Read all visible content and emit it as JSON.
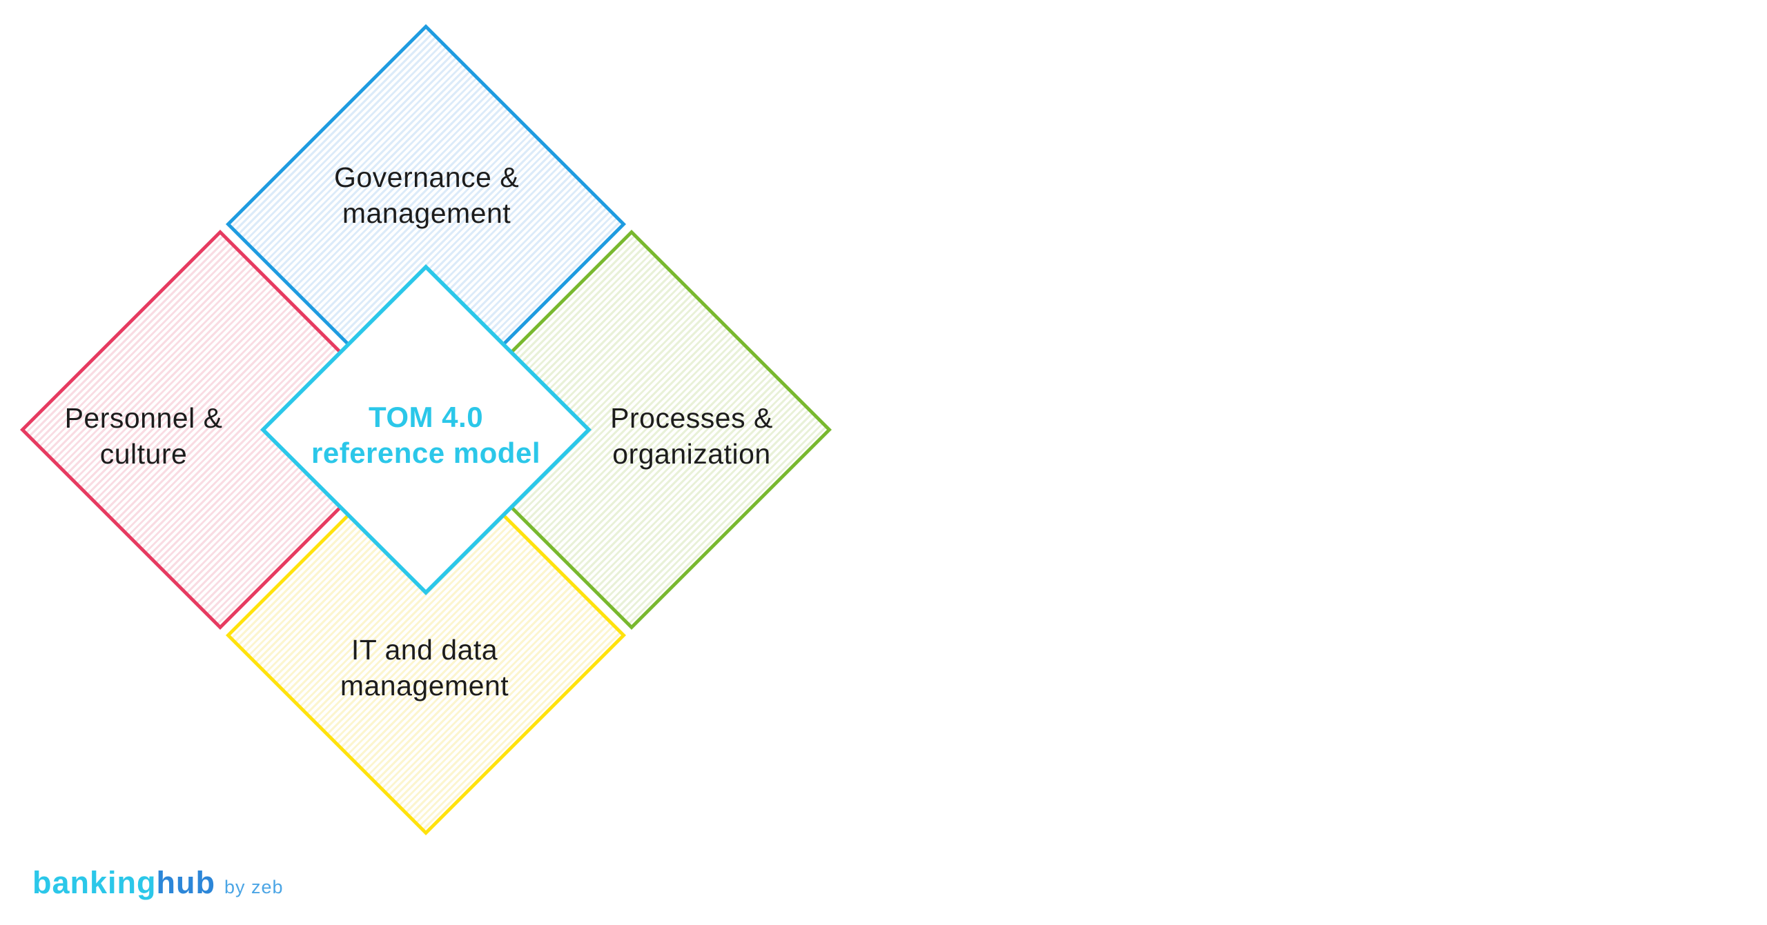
{
  "colors": {
    "blue-border": "#1E9BE0",
    "blue-tint": "#DCEBF9",
    "pink-border": "#E63A60",
    "pink-tint": "#F9DCE3",
    "green-border": "#78B82E",
    "green-tint": "#E9F1D8",
    "yellow-border": "#FFE20C",
    "yellow-tint": "#FCF5CF",
    "cyan": "#2BC7E9",
    "text": "#1C1C1C",
    "logo-hub": "#2C86D8",
    "logo-byzeb": "#4BA5E5"
  },
  "diagram": {
    "center": {
      "line1": "TOM 4.0",
      "line2": "reference model"
    },
    "top": {
      "line1": "Governance &",
      "line2": "management"
    },
    "left": {
      "line1": "Personnel &",
      "line2": "culture"
    },
    "right": {
      "line1": "Processes &",
      "line2": "organization"
    },
    "bottom": {
      "line1": "IT and data",
      "line2": "management"
    }
  },
  "logo": {
    "banking": "banking",
    "hub": "hub",
    "byline": "by zeb"
  }
}
